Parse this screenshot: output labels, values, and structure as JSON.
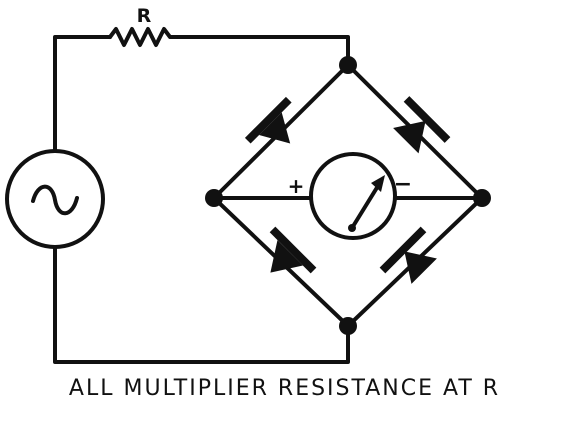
{
  "diagram": {
    "resistor_label": "R",
    "meter_plus": "+",
    "meter_minus": "−",
    "caption": "ALL MULTIPLIER RESISTANCE AT R"
  },
  "components": {
    "source": "ac-source",
    "resistor": "resistor",
    "rectifier": "diode-bridge",
    "meter": "meter"
  },
  "colors": {
    "ink": "#111111",
    "background": "#ffffff"
  }
}
